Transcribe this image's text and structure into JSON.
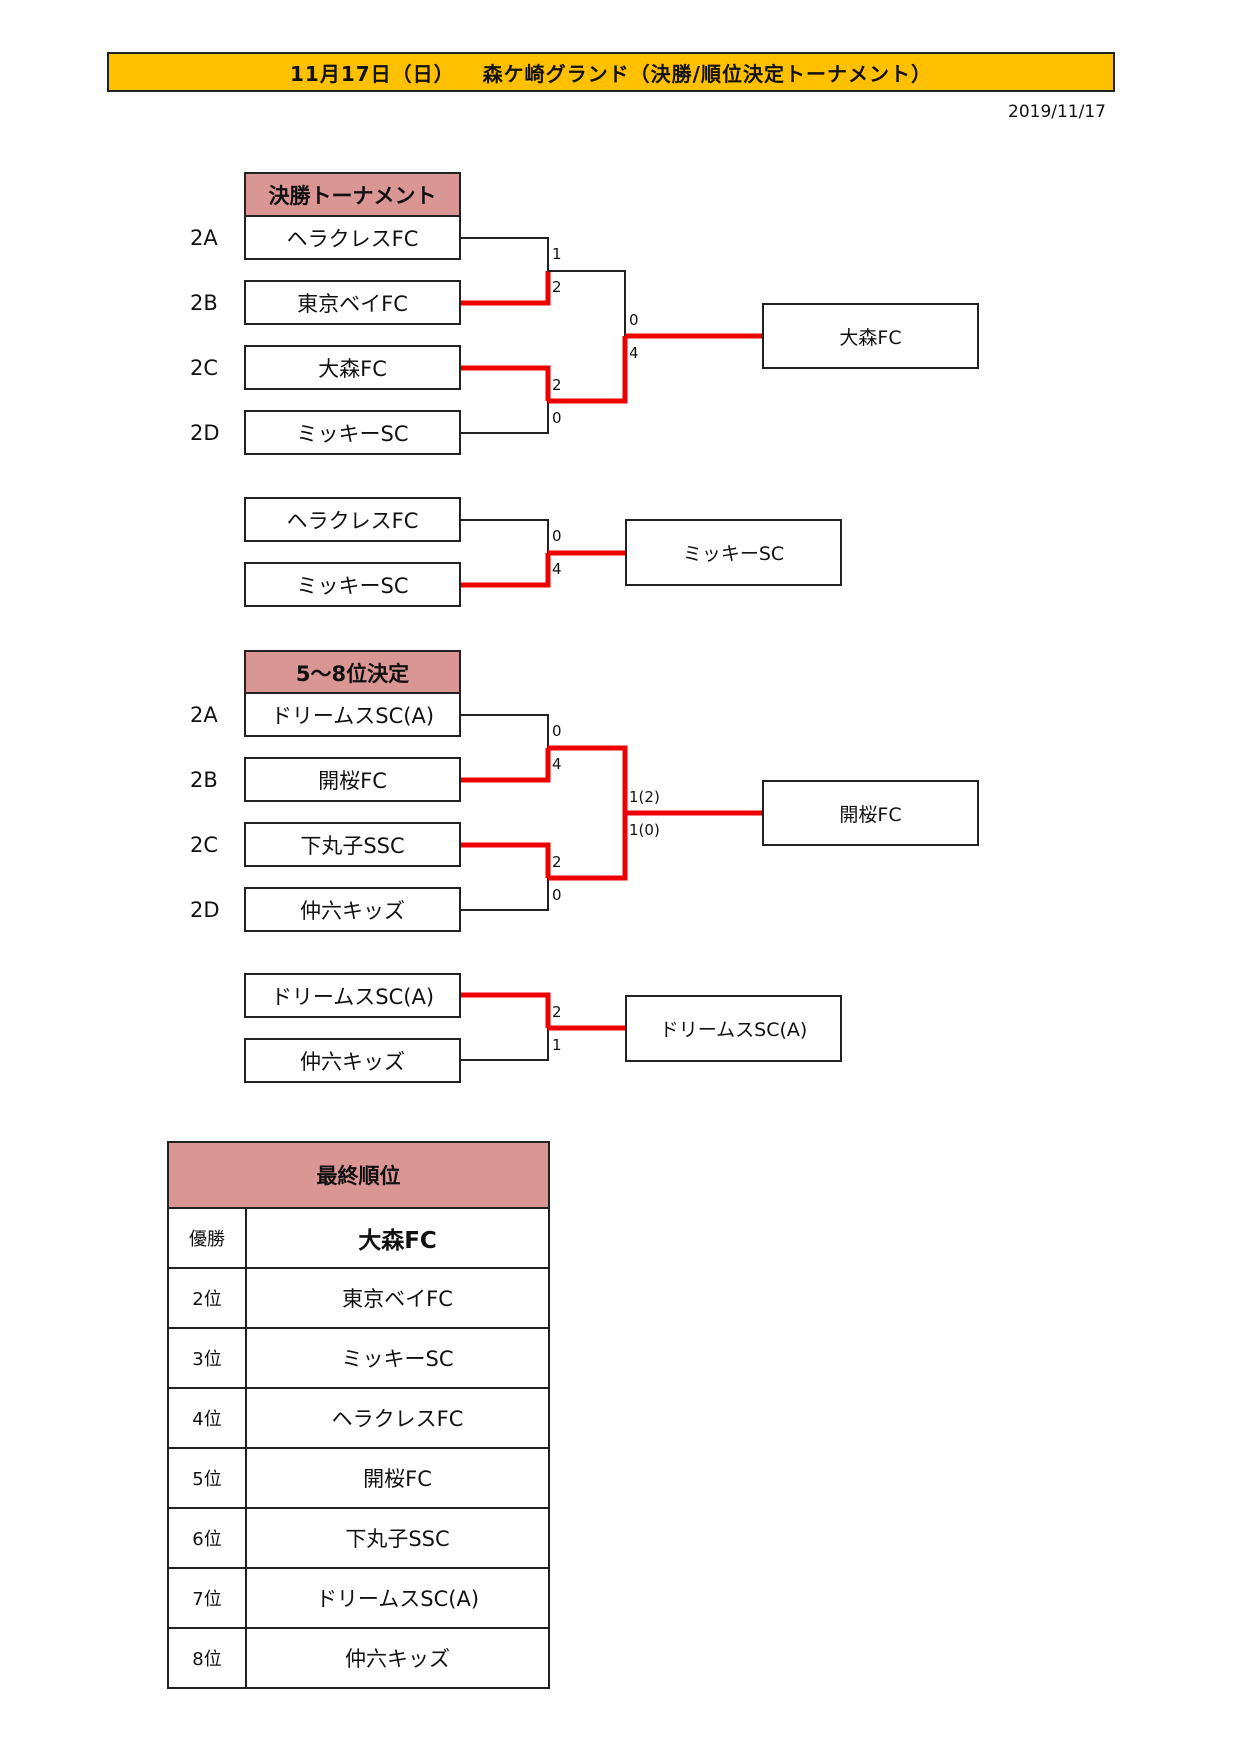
{
  "header": {
    "date": "11月17日（日）",
    "venue": "森ケ崎グランド（決勝/順位決定トーナメント）",
    "doc_date": "2019/11/17"
  },
  "final": {
    "title": "決勝トーナメント",
    "seeds": [
      "2A",
      "2B",
      "2C",
      "2D"
    ],
    "teams": [
      "ヘラクレスFC",
      "東京ベイFC",
      "大森FC",
      "ミッキーSC"
    ],
    "semi1_scores": [
      "1",
      "2"
    ],
    "semi2_scores": [
      "2",
      "0"
    ],
    "final_scores": [
      "0",
      "4"
    ],
    "champion": "大森FC"
  },
  "third_place": {
    "teams": [
      "ヘラクレスFC",
      "ミッキーSC"
    ],
    "scores": [
      "0",
      "4"
    ],
    "winner": "ミッキーSC"
  },
  "placement": {
    "title": "5～8位決定",
    "seeds": [
      "2A",
      "2B",
      "2C",
      "2D"
    ],
    "teams": [
      "ドリームスSC(A)",
      "開桜FC",
      "下丸子SSC",
      "仲六キッズ"
    ],
    "semi1_scores": [
      "0",
      "4"
    ],
    "semi2_scores": [
      "2",
      "0"
    ],
    "final_scores": [
      "1(2)",
      "1(0)"
    ],
    "winner": "開桜FC"
  },
  "seventh_place": {
    "teams": [
      "ドリームスSC(A)",
      "仲六キッズ"
    ],
    "scores": [
      "2",
      "1"
    ],
    "winner": "ドリームスSC(A)"
  },
  "ranking": {
    "title": "最終順位",
    "rows": [
      {
        "place": "優勝",
        "team": "大森FC"
      },
      {
        "place": "2位",
        "team": "東京ベイFC"
      },
      {
        "place": "3位",
        "team": "ミッキーSC"
      },
      {
        "place": "4位",
        "team": "ヘラクレスFC"
      },
      {
        "place": "5位",
        "team": "開桜FC"
      },
      {
        "place": "6位",
        "team": "下丸子SSC"
      },
      {
        "place": "7位",
        "team": "ドリームスSC(A)"
      },
      {
        "place": "8位",
        "team": "仲六キッズ"
      }
    ]
  },
  "colors": {
    "title_bar": "#ffc000",
    "header_cell": "#da9694",
    "winner_line": "#ee0000"
  }
}
